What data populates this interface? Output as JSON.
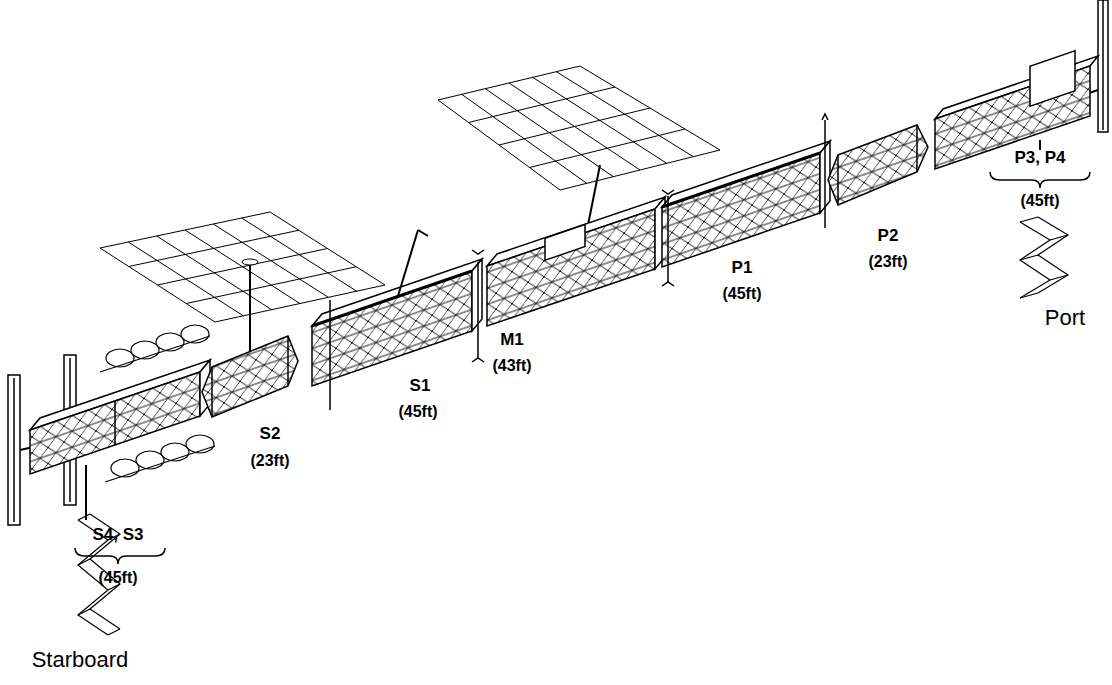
{
  "diagram": {
    "labels": [
      "P3, P4",
      "(45ft)",
      "P2",
      "(23ft)",
      "P1",
      "(45ft)",
      "Port",
      "M1",
      "(43ft)",
      "S1",
      "(45ft)",
      "S2",
      "(23ft)",
      "S4, S3",
      "(45ft)",
      "Starboard"
    ]
  }
}
